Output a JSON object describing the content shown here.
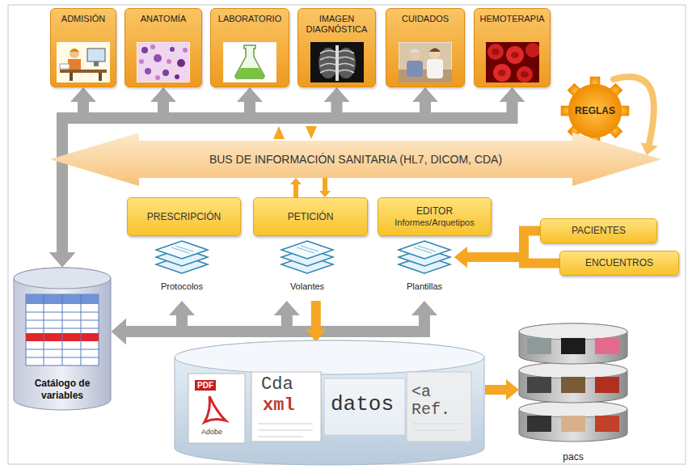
{
  "diagram": {
    "nodes": [
      {
        "text": [
          "ADMISIÓN"
        ]
      },
      {
        "text": [
          "ANATOMÍA"
        ]
      },
      {
        "text": [
          "LABORATORIO"
        ]
      },
      {
        "text": [
          "IMAGEN DIAGNÓSTICA"
        ]
      },
      {
        "text": [
          "CUIDADOS"
        ]
      },
      {
        "text": [
          "HEMOTERAPIA"
        ]
      },
      {
        "text": [
          "REGLAS"
        ]
      },
      {
        "text": [
          "BUS DE INFORMACIÓN SANITARIA (HL7, DICOM, CDA)"
        ]
      },
      {
        "text": [
          "PRESCRIPCIÓN"
        ]
      },
      {
        "text": [
          "PETICIÓN"
        ]
      },
      {
        "text": [
          "EDITOR",
          "Informes/Arquetipos"
        ]
      },
      {
        "text": [
          "PACIENTES"
        ]
      },
      {
        "text": [
          "ENCUENTROS"
        ]
      },
      {
        "text": [
          "Protocolos"
        ]
      },
      {
        "text": [
          "Volantes"
        ]
      },
      {
        "text": [
          "Plantillas"
        ]
      },
      {
        "text": [
          "Catálogo de variables"
        ]
      },
      {
        "text": [
          "PDF",
          "Adobe",
          "Cda",
          "xml",
          "datos",
          "<a Ref."
        ]
      },
      {
        "text": [
          "pacs"
        ]
      }
    ],
    "edges": [
      {
        "from": 16,
        "to": 0,
        "arrow": "both"
      },
      {
        "from": 16,
        "to": 1,
        "arrow": "both"
      },
      {
        "from": 16,
        "to": 2,
        "arrow": "both"
      },
      {
        "from": 16,
        "to": 3,
        "arrow": "both"
      },
      {
        "from": 16,
        "to": 4,
        "arrow": "both"
      },
      {
        "from": 16,
        "to": 5,
        "arrow": "both"
      },
      {
        "from": 16,
        "to": 13,
        "arrow": "both"
      },
      {
        "from": 16,
        "to": 14,
        "arrow": "both"
      },
      {
        "from": 16,
        "to": 15,
        "arrow": "both"
      },
      {
        "from": 7,
        "to": 9,
        "arrow": "both"
      },
      {
        "from": 6,
        "to": 7,
        "arrow": "to"
      },
      {
        "from": 11,
        "to": 15,
        "arrow": "to"
      },
      {
        "from": 12,
        "to": 15,
        "arrow": "to"
      },
      {
        "from": 14,
        "to": 17,
        "arrow": "to"
      },
      {
        "from": 17,
        "to": 18,
        "arrow": "to"
      }
    ]
  }
}
